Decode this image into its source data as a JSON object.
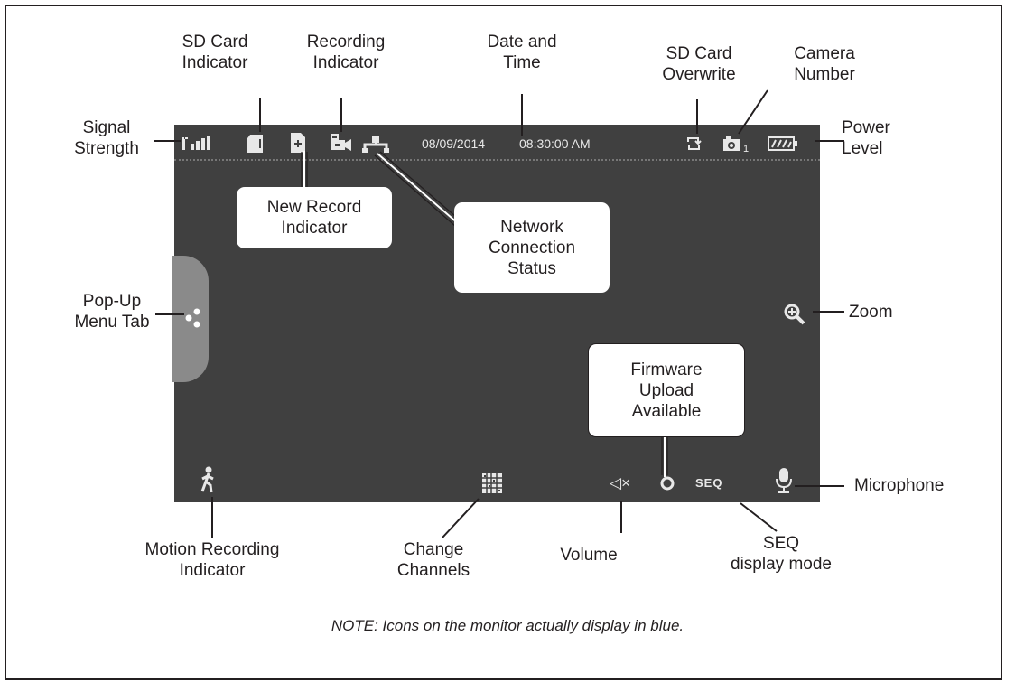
{
  "status_bar": {
    "date": "08/09/2014",
    "time": "08:30:00 AM",
    "camera_number": "1"
  },
  "labels": {
    "sd_card_indicator": [
      "SD Card",
      "Indicator"
    ],
    "recording_indicator": [
      "Recording",
      "Indicator"
    ],
    "date_and_time": [
      "Date and",
      "Time"
    ],
    "sd_card_overwrite": [
      "SD Card",
      "Overwrite"
    ],
    "camera_number": [
      "Camera",
      "Number"
    ],
    "signal_strength": [
      "Signal",
      "Strength"
    ],
    "power_level": [
      "Power",
      "Level"
    ],
    "pop_up_menu_tab": [
      "Pop-Up",
      "Menu Tab"
    ],
    "zoom": "Zoom",
    "microphone": "Microphone",
    "motion_recording_indicator": [
      "Motion Recording",
      "Indicator"
    ],
    "change_channels": [
      "Change",
      "Channels"
    ],
    "volume": "Volume",
    "seq_display_mode": [
      "SEQ",
      "display mode"
    ]
  },
  "callouts": {
    "new_record_indicator": [
      "New Record",
      "Indicator"
    ],
    "network_connection_status": [
      "Network",
      "Connection",
      "Status"
    ],
    "firmware_upload_available": [
      "Firmware",
      "Upload",
      "Available"
    ]
  },
  "icons": {
    "seq_text": "SEQ",
    "volume_glyph": "◁×"
  },
  "note": "NOTE: Icons on the monitor actually display in blue.",
  "colors": {
    "screen": "#404040",
    "popup_tab": "#8a8a8a",
    "icon": "#e8e8e8",
    "ink": "#231f20"
  }
}
